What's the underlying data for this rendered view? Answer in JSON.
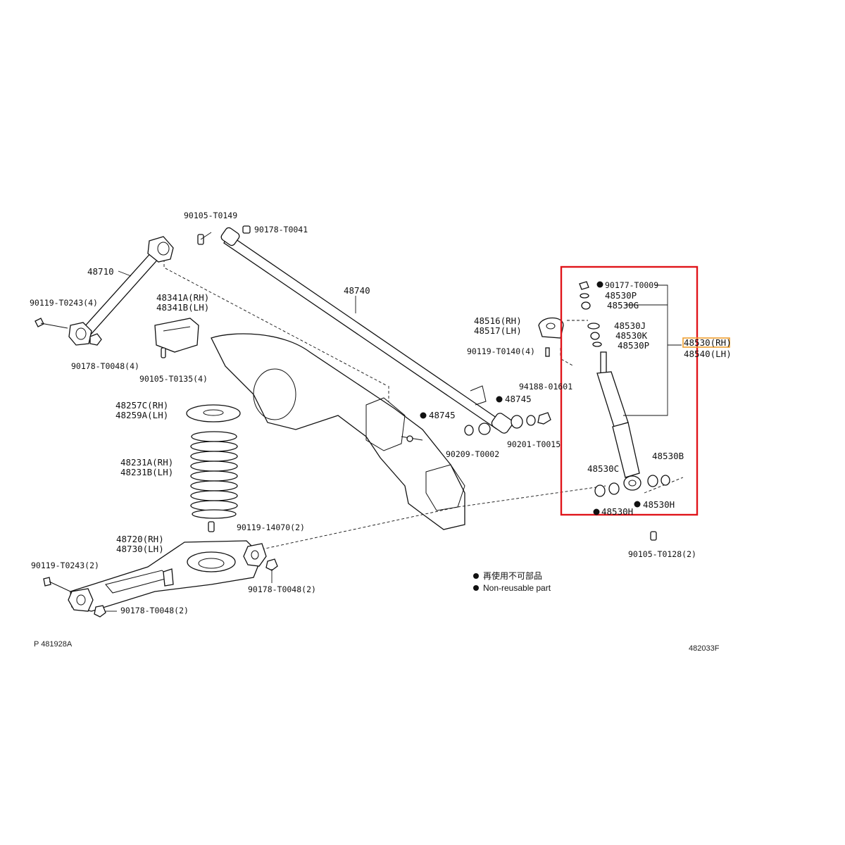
{
  "labels": {
    "p48710": "48710",
    "p90105_T0149": "90105-T0149",
    "p90178_T0041": "90178-T0041",
    "p48740": "48740",
    "p90119_T0243_4": "90119-T0243(4)",
    "p48341A": "48341A(RH)",
    "p48341B": "48341B(LH)",
    "p90178_T0048_4": "90178-T0048(4)",
    "p90105_T0135_4": "90105-T0135(4)",
    "p48516": "48516(RH)",
    "p48517": "48517(LH)",
    "p90119_T0140_4": "90119-T0140(4)",
    "p94188": "94188-01601",
    "p48745a": "48745",
    "p48745b": "48745",
    "p90209_T0002": "90209-T0002",
    "p90201_T0015": "90201-T0015",
    "p48257C": "48257C(RH)",
    "p48259A": "48259A(LH)",
    "p48231A": "48231A(RH)",
    "p48231B": "48231B(LH)",
    "p90119_14070_2": "90119-14070(2)",
    "p48720": "48720(RH)",
    "p48730": "48730(LH)",
    "p90119_T0243_2": "90119-T0243(2)",
    "p90178_T0048_2a": "90178-T0048(2)",
    "p90178_T0048_2b": "90178-T0048(2)",
    "p90177_T0009": "90177-T0009",
    "p48530P_a": "48530P",
    "p48530G": "48530G",
    "p48530J": "48530J",
    "p48530K": "48530K",
    "p48530P_b": "48530P",
    "p48530RH": "48530(RH)",
    "p48540LH": "48540(LH)",
    "p48530B": "48530B",
    "p48530C": "48530C",
    "p48530H_a": "48530H",
    "p48530H_b": "48530H",
    "p90105_T0128_2": "90105-T0128(2)"
  },
  "legend": {
    "jp": "再使用不可部品",
    "en": "Non-reusable part"
  },
  "footer": {
    "left": "P  481928A",
    "right": "482033F"
  },
  "colors": {
    "highlight_box": "#e0141a",
    "highlight_label": "#f0a030",
    "ink": "#111111"
  }
}
